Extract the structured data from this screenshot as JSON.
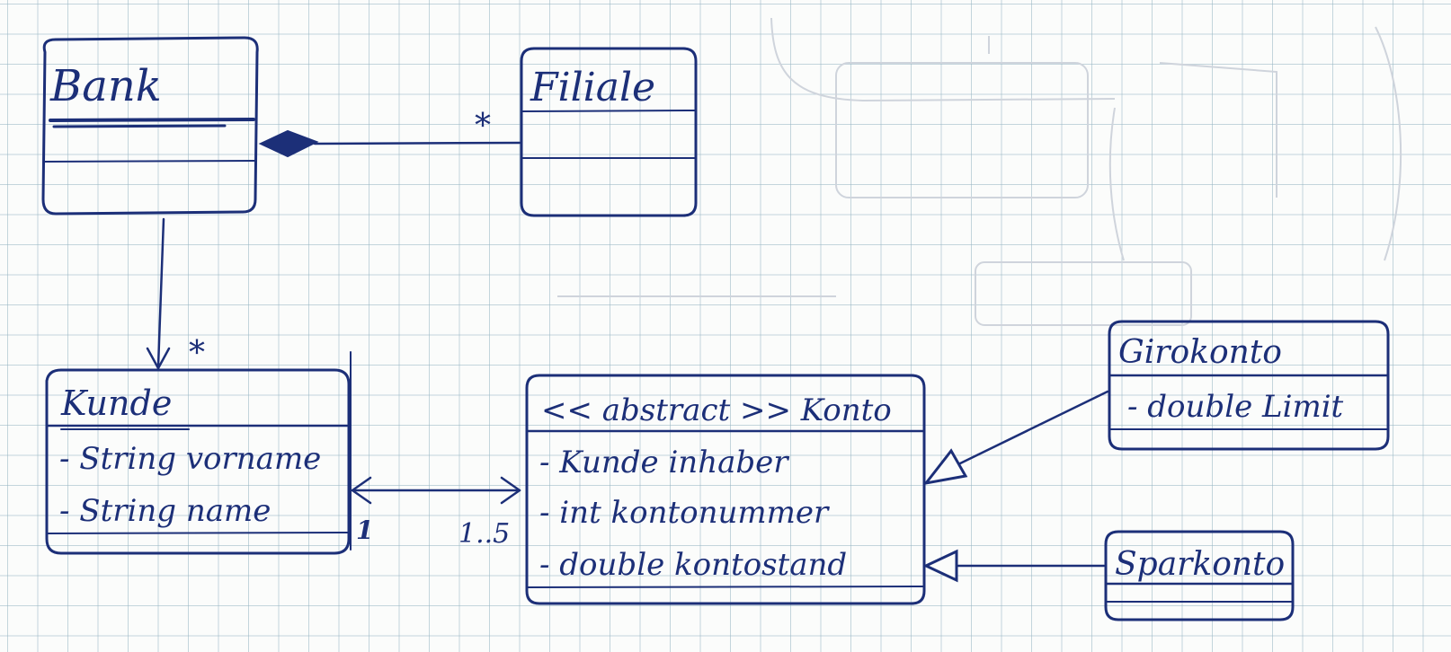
{
  "classes": {
    "bank": {
      "name": "Bank"
    },
    "filiale": {
      "name": "Filiale"
    },
    "kunde": {
      "name": "Kunde",
      "attributes": [
        "- String vorname",
        "- String name"
      ]
    },
    "konto": {
      "name": "<< abstract >>  Konto",
      "attributes": [
        "- Kunde  inhaber",
        "- int  kontonummer",
        "- double  kontostand"
      ]
    },
    "girokonto": {
      "name": "Girokonto",
      "attributes": [
        "- double  Limit"
      ]
    },
    "sparkonto": {
      "name": "Sparkonto"
    }
  },
  "multiplicities": {
    "bank_filiale": "*",
    "bank_kunde": "*",
    "kunde_end": "1",
    "konto_end": "1..5"
  },
  "colors": {
    "ink": "#1c2f78",
    "grid": "#96b4c3",
    "paper": "#fbfcfb"
  }
}
